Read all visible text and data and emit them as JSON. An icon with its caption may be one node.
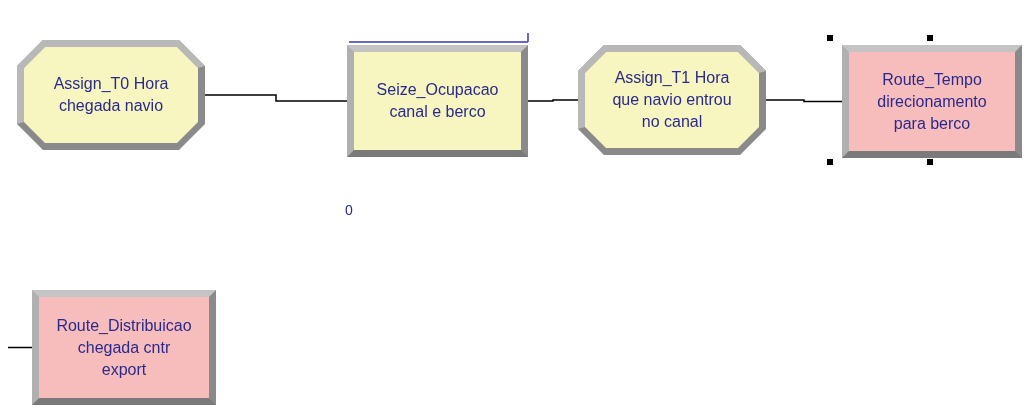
{
  "diagram": {
    "nodes": [
      {
        "text": [
          "Assign_T0 Hora chegada navio"
        ]
      },
      {
        "text": [
          "Seize_Ocupacao canal e berco"
        ]
      },
      {
        "text": [
          "Assign_T1 Hora que navio entrou no canal"
        ]
      },
      {
        "text": [
          "Route_Tempo direcionamento para berco"
        ]
      },
      {
        "text": [
          "Route_Distribuicao chegada cntr export"
        ]
      }
    ],
    "edges": [
      {
        "from": 0,
        "to": 1,
        "arrow": "none"
      },
      {
        "from": 1,
        "to": 2,
        "arrow": "none"
      },
      {
        "from": 2,
        "to": 3,
        "arrow": "none"
      },
      {
        "from": null,
        "to": 4,
        "arrow": "none"
      }
    ],
    "labels": [
      "0"
    ]
  }
}
